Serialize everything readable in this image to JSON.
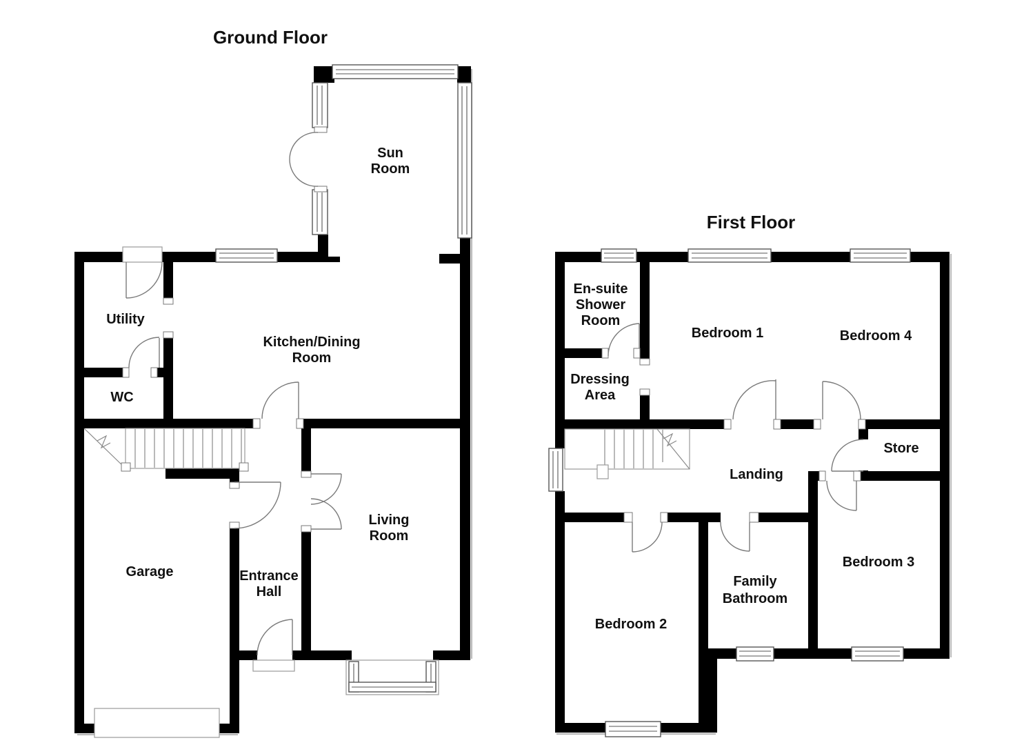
{
  "colors": {
    "wall": "#000000",
    "background": "#ffffff",
    "thin_line": "#555555",
    "door_arc": "#7a7a7a",
    "text": "#111111"
  },
  "gf": {
    "title": "Ground Floor",
    "sun_room": [
      "Sun",
      "Room"
    ],
    "utility": "Utility",
    "kitchen": [
      "Kitchen/Dining",
      "Room"
    ],
    "wc": "WC",
    "garage": "Garage",
    "entrance_hall": [
      "Entrance",
      "Hall"
    ],
    "living_room": [
      "Living",
      "Room"
    ]
  },
  "ff": {
    "title": "First Floor",
    "ensuite": [
      "En-suite",
      "Shower",
      "Room"
    ],
    "dressing": [
      "Dressing",
      "Area"
    ],
    "bedroom1": "Bedroom 1",
    "bedroom4": "Bedroom 4",
    "store": "Store",
    "landing": "Landing",
    "bedroom2": "Bedroom 2",
    "bathroom": [
      "Family",
      "Bathroom"
    ],
    "bedroom3": "Bedroom 3"
  }
}
